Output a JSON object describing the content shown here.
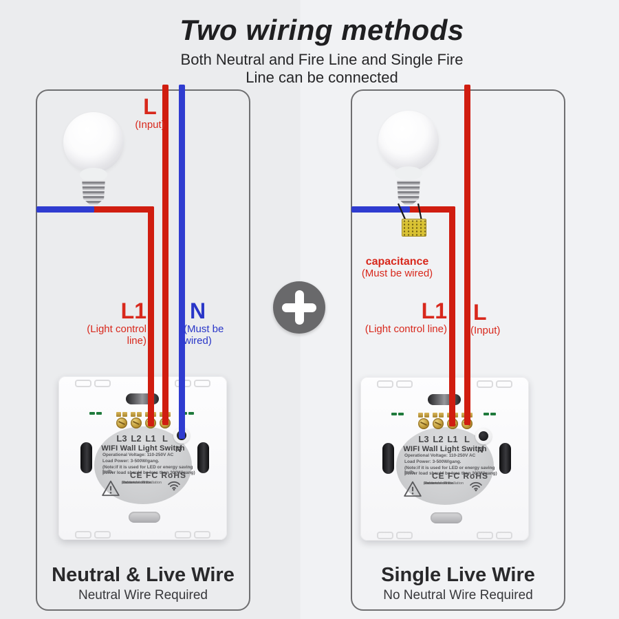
{
  "header": {
    "title": "Two wiring methods",
    "subtitle_line1": "Both Neutral and Fire Line and Single Fire",
    "subtitle_line2": "Line can be connected"
  },
  "left_diagram": {
    "label_l": "L",
    "label_l_desc": "(Input)",
    "label_l1": "L1",
    "label_l1_desc": "(Light control line)",
    "label_n": "N",
    "label_n_desc": "(Must be wired)",
    "caption_title": "Neutral & Live Wire",
    "caption_subtitle": "Neutral Wire Required"
  },
  "right_diagram": {
    "label_cap": "capacitance",
    "label_cap_desc": "(Must be wired)",
    "label_l1": "L1",
    "label_l1_desc": "(Light control line)",
    "label_l": "L",
    "label_l_desc": "(Input)",
    "caption_title": "Single Live Wire",
    "caption_subtitle": "No Neutral Wire Required"
  },
  "switch": {
    "terminals": [
      "L3",
      "L2",
      "L1",
      "L"
    ],
    "n_label": "N",
    "product_name": "WIFI Wall Light Switch",
    "spec_line1": "Operational Voltage: 110-250V AC",
    "spec_line2": "Load Power: 3-500W/gang.",
    "spec_line3": "(Note:if it is used for LED or energy saving bulb,",
    "spec_line4": "power load should be less than 300W/gang)",
    "certifications": "CE FC RoHS",
    "caution_line1": "Caution:",
    "caution_line2": "Please cut off the",
    "caution_line3": "power when installation",
    "caution_line4": "and uninstallation."
  },
  "icons": {
    "plus_icon": "+",
    "wifi_icon": "wifi-signal",
    "caution_icon": "warning-triangle"
  },
  "colors": {
    "wire_red": "#d01d10",
    "wire_blue": "#2f3cd0",
    "label_red": "#d8281c",
    "label_blue": "#2936c8",
    "capacitor_yellow": "#d9c233"
  }
}
